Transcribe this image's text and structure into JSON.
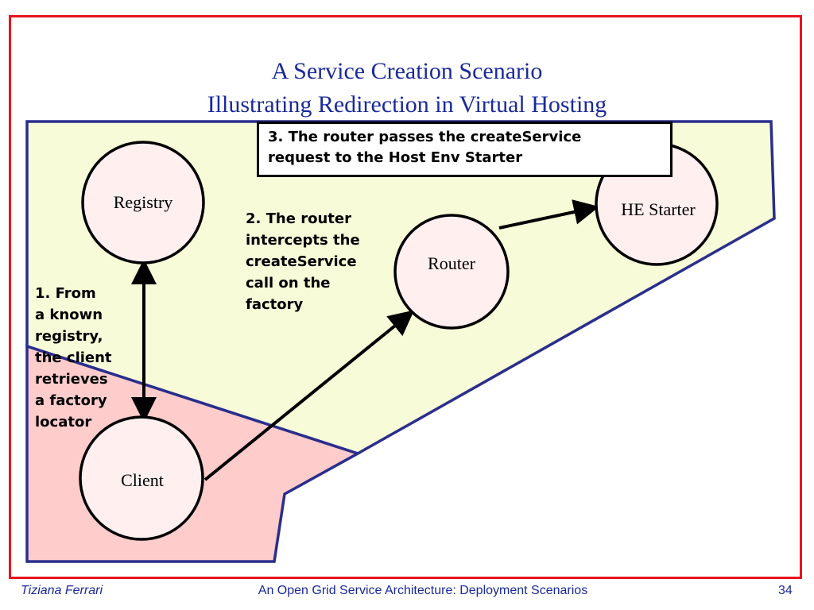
{
  "slide": {
    "title_line1": "A Service Creation Scenario",
    "title_line2": "Illustrating Redirection in Virtual Hosting"
  },
  "nodes": {
    "registry": "Registry",
    "router": "Router",
    "he_starter": "HE Starter",
    "client": "Client"
  },
  "annotations": {
    "step1_lines": [
      "1. From",
      "a known",
      "registry,",
      "the client",
      "retrieves",
      "a factory",
      "locator"
    ],
    "step2_lines": [
      "2. The router",
      "intercepts the",
      "createService",
      "call on the",
      "factory"
    ],
    "step3_lines": [
      "3. The router passes the createService",
      "request to the Host Env Starter"
    ]
  },
  "footer": {
    "author": "Tiziana Ferrari",
    "talk_title": "An Open Grid Service Architecture: Deployment Scenarios",
    "page_number": "34"
  },
  "colors": {
    "frame": "#e8141e",
    "hosting_region": "#f7fbd8",
    "client_region": "#ffcccc",
    "region_border": "#2a2e8c",
    "node_fill": "#ffefef",
    "title": "#1a2a99"
  }
}
